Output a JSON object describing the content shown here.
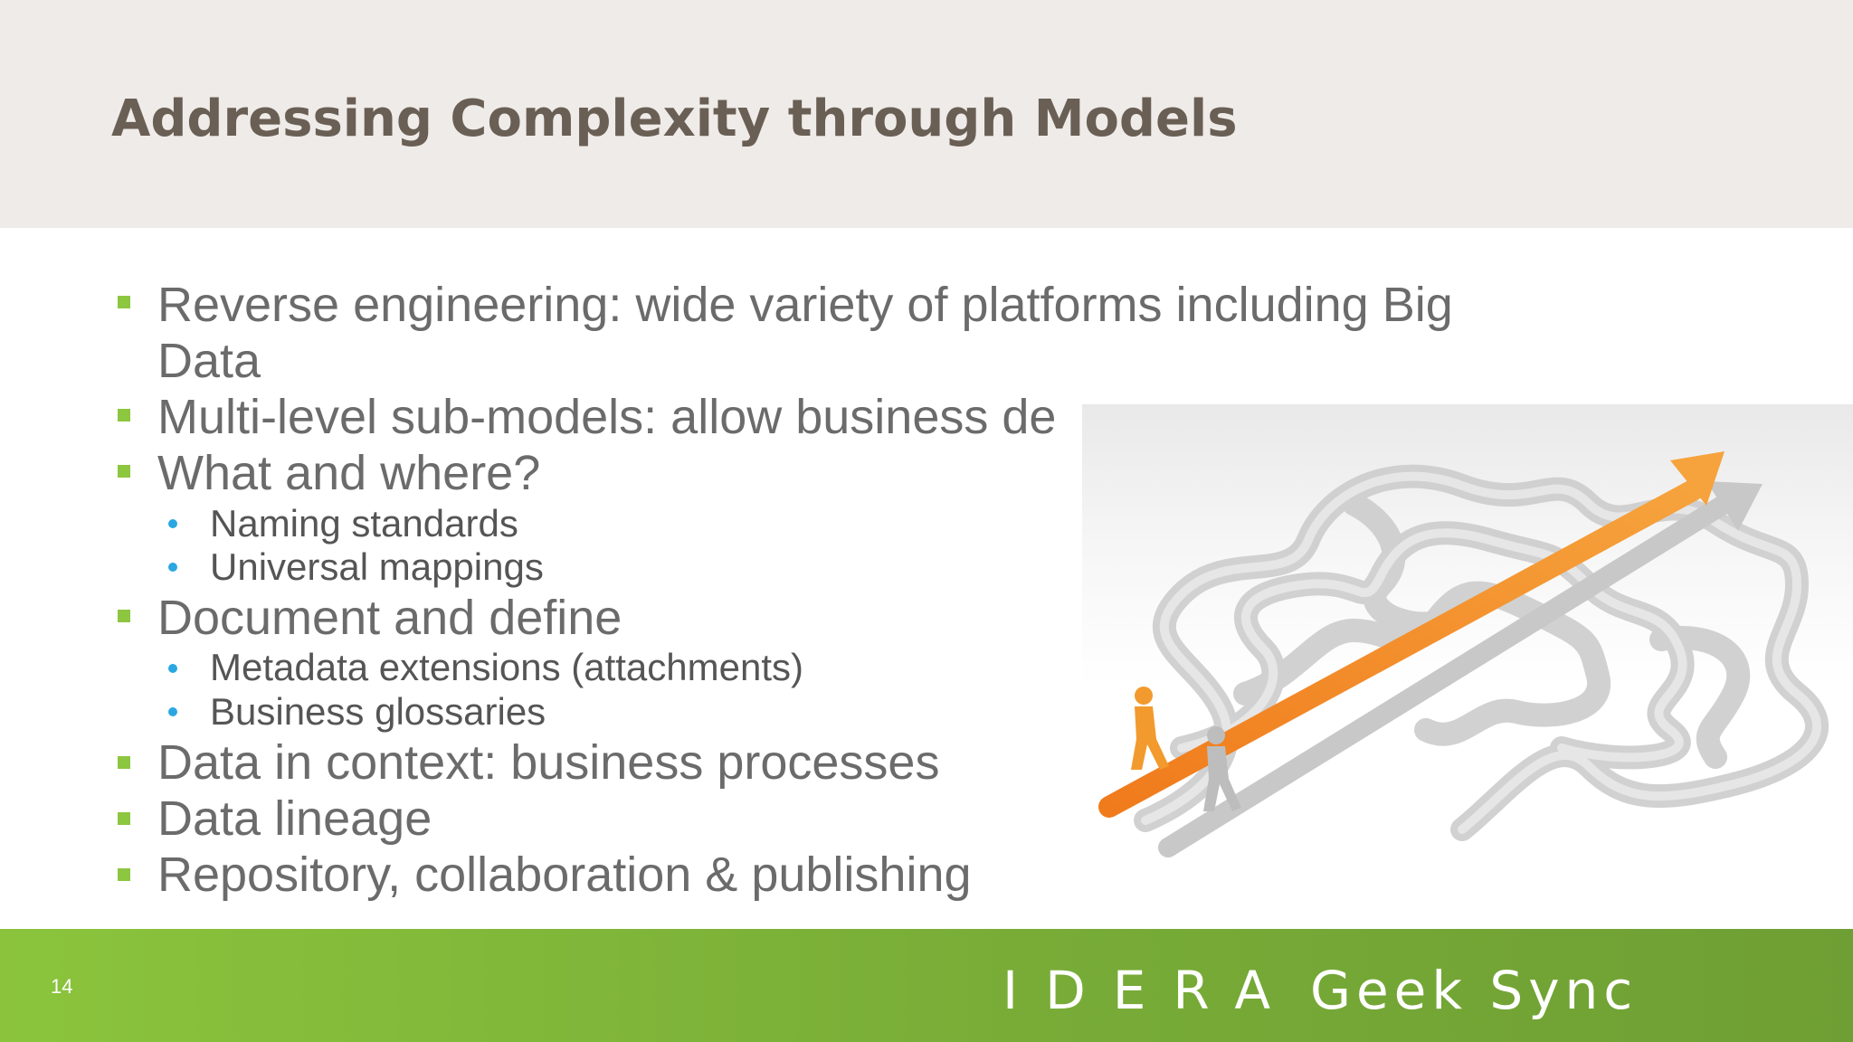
{
  "slide": {
    "title": "Addressing Complexity through Models",
    "page_number": "14"
  },
  "bullets": [
    {
      "level": 1,
      "text": "Reverse engineering: wide variety of platforms including Big"
    },
    {
      "level": 1,
      "text": "Data"
    },
    {
      "level": 1,
      "text": "Multi-level sub-models: allow business de"
    },
    {
      "level": 1,
      "text": "What and where?"
    },
    {
      "level": 2,
      "text": "Naming standards"
    },
    {
      "level": 2,
      "text": "Universal mappings"
    },
    {
      "level": 1,
      "text": "Document and define"
    },
    {
      "level": 2,
      "text": "Metadata extensions (attachments)"
    },
    {
      "level": 2,
      "text": "Business glossaries"
    },
    {
      "level": 1,
      "text": "Data in context: business processes"
    },
    {
      "level": 1,
      "text": "Data lineage"
    },
    {
      "level": 1,
      "text": "Repository, collaboration & publishing"
    }
  ],
  "illustration": {
    "icon": "maze-shortcut-arrow-icon",
    "colors": {
      "arrow": "#f28c28",
      "maze": "#c8c8c8",
      "figure_orange": "#f29a2e",
      "figure_gray": "#bdbdbd"
    }
  },
  "footer": {
    "brand_logo": "IDERA",
    "brand_event": "Geek Sync",
    "bar_color": "#7fb539"
  },
  "colors": {
    "header_bg": "#efebe8",
    "title": "#6a5f55",
    "bullet_l1": "#8dc63f",
    "bullet_l2": "#2aa7e1"
  }
}
